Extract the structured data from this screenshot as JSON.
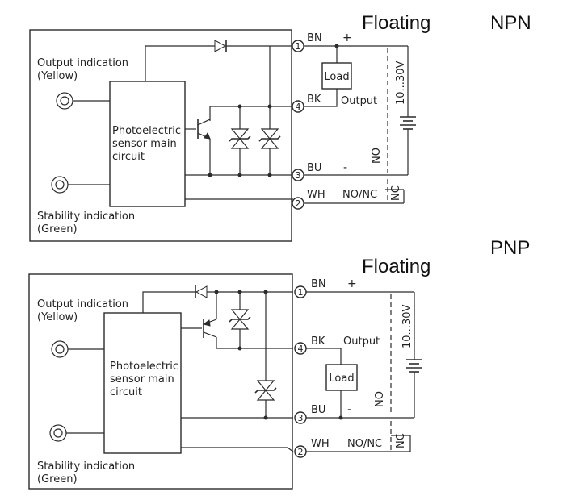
{
  "npn": {
    "heading_floating": "Floating",
    "heading_type": "NPN",
    "output_indication": [
      "Output indication",
      "(Yellow)"
    ],
    "stability_indication": [
      "Stability indication",
      "(Green)"
    ],
    "main_circuit": [
      "Photoelectric",
      "sensor main",
      "circuit"
    ],
    "pins": [
      {
        "number": "1",
        "wire": "BN"
      },
      {
        "number": "4",
        "wire": "BK"
      },
      {
        "number": "3",
        "wire": "BU"
      },
      {
        "number": "2",
        "wire": "WH"
      }
    ],
    "plus": "+",
    "minus": "-",
    "load": "Load",
    "output": "Output",
    "nonc": "NO/NC",
    "voltage": "10...30V",
    "no": "NO",
    "nc": "NC"
  },
  "pnp": {
    "heading_floating": "Floating",
    "heading_type": "PNP",
    "output_indication": [
      "Output indication",
      "(Yellow)"
    ],
    "stability_indication": [
      "Stability indication",
      "(Green)"
    ],
    "main_circuit": [
      "Photoelectric",
      "sensor main",
      "circuit"
    ],
    "pins": [
      {
        "number": "1",
        "wire": "BN"
      },
      {
        "number": "4",
        "wire": "BK"
      },
      {
        "number": "3",
        "wire": "BU"
      },
      {
        "number": "2",
        "wire": "WH"
      }
    ],
    "plus": "+",
    "minus": "-",
    "load": "Load",
    "output": "Output",
    "nonc": "NO/NC",
    "voltage": "10...30V",
    "no": "NO",
    "nc": "NC"
  }
}
